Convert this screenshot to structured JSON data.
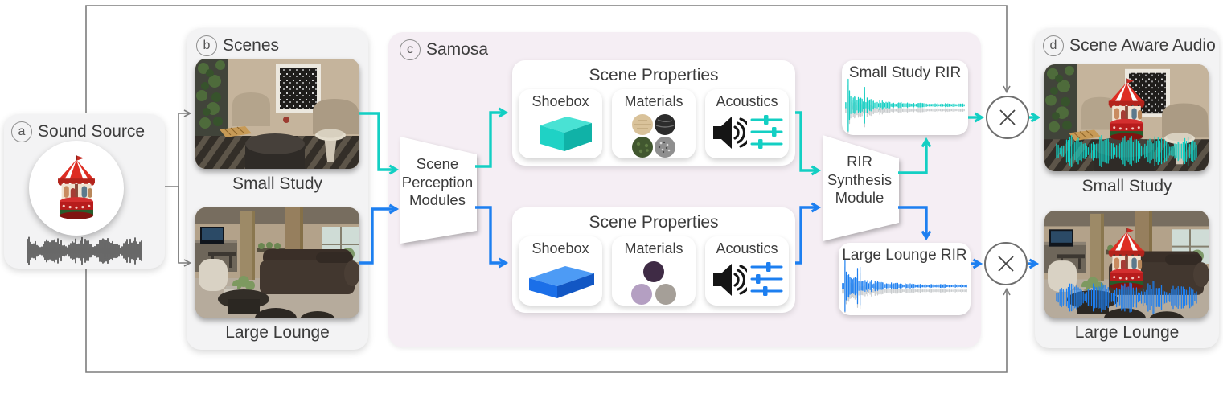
{
  "colors": {
    "cyan": "#13cfc3",
    "blue": "#1d7ff0",
    "black": "#141414",
    "gray_line": "#7d7d7d",
    "echo_gray": "#9ba1a4",
    "samosa_bg": "#f5eef4",
    "panel_bg": "#f3f3f4"
  },
  "sound_source": {
    "tag": "a",
    "title": "Sound Source"
  },
  "scenes": {
    "tag": "b",
    "title": "Scenes",
    "scene1": "Small Study",
    "scene2": "Large Lounge"
  },
  "samosa": {
    "tag": "c",
    "title": "Samosa",
    "perception_label": "Scene Perception Modules",
    "properties_top": {
      "title": "Scene Properties",
      "shoebox": "Shoebox",
      "materials": "Materials",
      "acoustics": "Acoustics"
    },
    "properties_bottom": {
      "title": "Scene Properties",
      "shoebox": "Shoebox",
      "materials": "Materials",
      "acoustics": "Acoustics"
    },
    "rir_label": "RIR Synthesis Module",
    "rir_top": "Small Study RIR",
    "rir_bottom": "Large Lounge RIR"
  },
  "output": {
    "tag": "d",
    "title": "Scene Aware Audio",
    "scene1": "Small Study",
    "scene2": "Large Lounge"
  }
}
